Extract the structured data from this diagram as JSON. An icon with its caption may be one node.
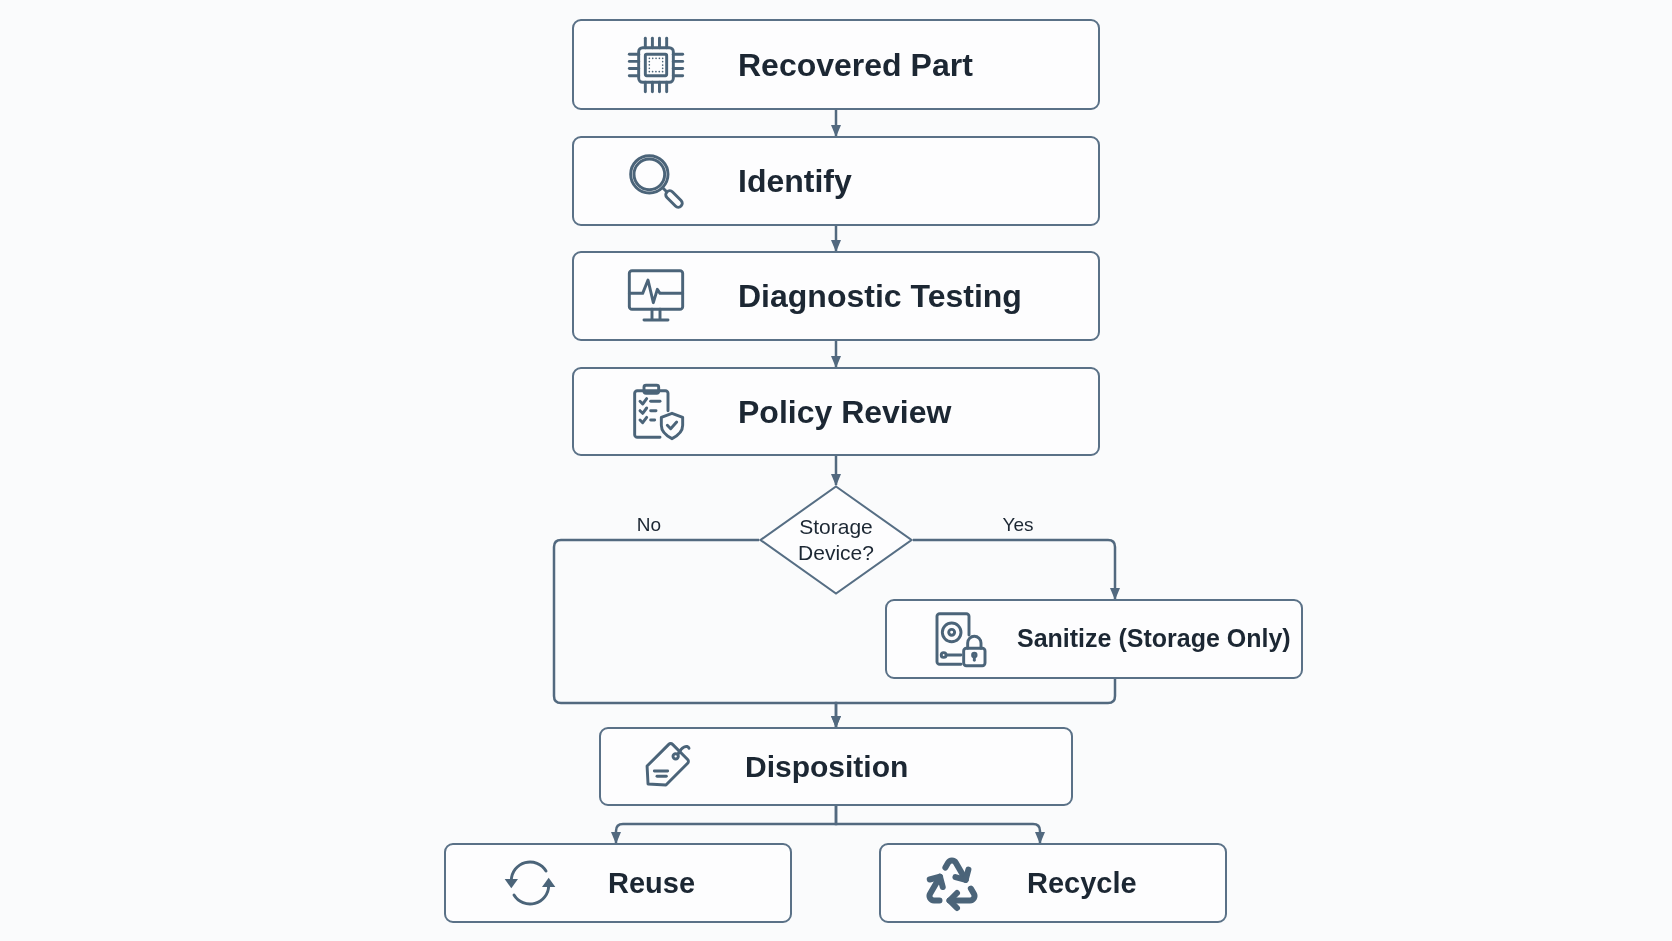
{
  "diagram": {
    "nodes": [
      {
        "text": [
          "Recovered Part"
        ]
      },
      {
        "text": [
          "Identify"
        ]
      },
      {
        "text": [
          "Diagnostic Testing"
        ]
      },
      {
        "text": [
          "Policy Review"
        ]
      },
      {
        "text": [
          "Storage Device?"
        ]
      },
      {
        "text": [
          "Sanitize (Storage Only)"
        ]
      },
      {
        "text": [
          "Disposition"
        ]
      },
      {
        "text": [
          "Reuse"
        ]
      },
      {
        "text": [
          "Recycle"
        ]
      }
    ],
    "edges": [
      {
        "from": 0,
        "to": 1,
        "arrow": "to"
      },
      {
        "from": 1,
        "to": 2,
        "arrow": "to"
      },
      {
        "from": 2,
        "to": 3,
        "arrow": "to"
      },
      {
        "from": 3,
        "to": 4,
        "arrow": "to"
      },
      {
        "from": 4,
        "to": 5,
        "arrow": "to",
        "label": "Yes"
      },
      {
        "from": 4,
        "to": 6,
        "arrow": "to",
        "label": "No"
      },
      {
        "from": 5,
        "to": 6,
        "arrow": "to"
      },
      {
        "from": 6,
        "to": 7,
        "arrow": "to"
      },
      {
        "from": 6,
        "to": 8,
        "arrow": "to"
      }
    ]
  }
}
